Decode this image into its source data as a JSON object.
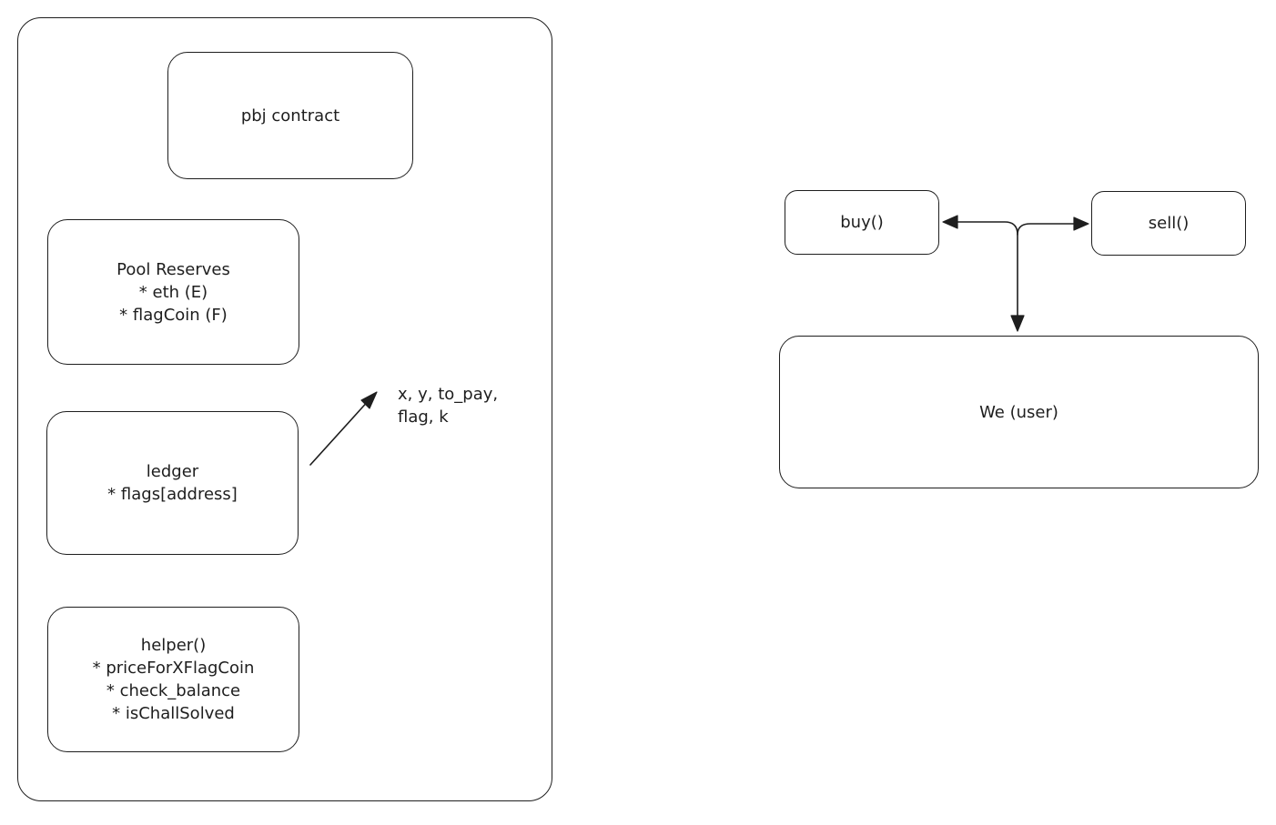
{
  "contract": {
    "title": "pbj contract",
    "pool_reserves": [
      "Pool Reserves",
      "* eth (E)",
      "* flagCoin (F)"
    ],
    "ledger": [
      "ledger",
      "* flags[address]"
    ],
    "helper": [
      "helper()",
      "* priceForXFlagCoin",
      "* check_balance",
      "* isChallSolved"
    ],
    "ledger_note": [
      "x, y, to_pay,",
      "flag, k"
    ]
  },
  "user_side": {
    "buy_label": "buy()",
    "sell_label": "sell()",
    "user_label": "We (user)"
  },
  "colors": {
    "stroke": "#1e1e1e",
    "background": "#ffffff"
  }
}
